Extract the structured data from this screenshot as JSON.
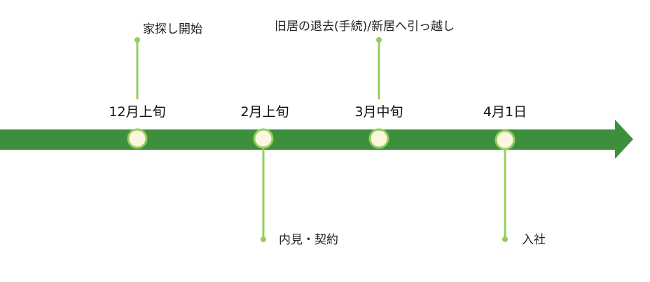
{
  "colors": {
    "arrow": "#3d8f3d",
    "connector": "#92cf5a",
    "milestone_fill": "#fdf6df",
    "milestone_stroke": "#92cf5a"
  },
  "milestones": [
    {
      "date": "12月上旬",
      "event": "家探し開始",
      "event_side": "above"
    },
    {
      "date": "2月上旬",
      "event": "内見・契約",
      "event_side": "below"
    },
    {
      "date": "3月中旬",
      "event": "旧居の退去(手続)/新居へ引っ越し",
      "event_side": "above"
    },
    {
      "date": "4月1日",
      "event": "入社",
      "event_side": "below"
    }
  ]
}
